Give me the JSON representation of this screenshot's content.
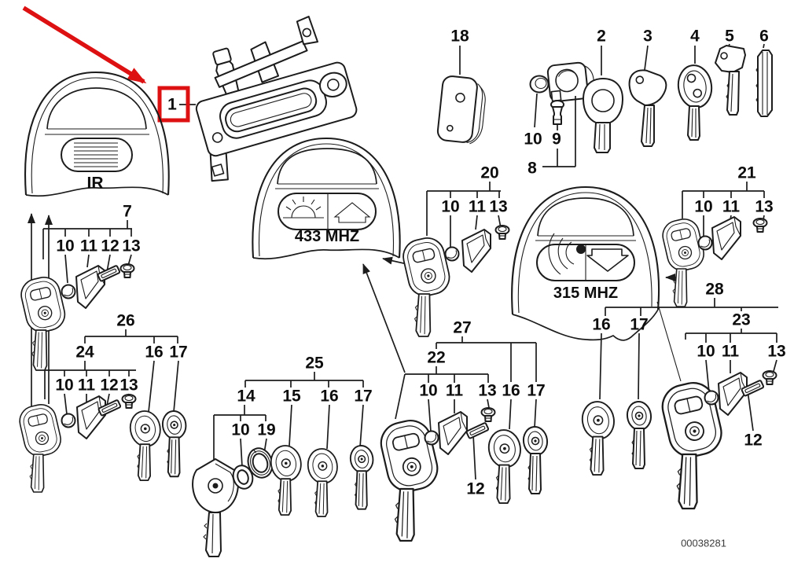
{
  "diagram": {
    "code": "00038281",
    "highlight_color": "#dd1111",
    "line_color": "#1c1c1c",
    "background": "#ffffff"
  },
  "callout": {
    "part": "1"
  },
  "remotes": {
    "ir": "IR",
    "mhz433": "433 MHZ",
    "mhz315": "315 MHZ"
  },
  "parts": {
    "p2": "2",
    "p3": "3",
    "p4": "4",
    "p5": "5",
    "p6": "6",
    "p18": "18"
  },
  "groups": {
    "g7": {
      "id": "7",
      "children": [
        "10",
        "11",
        "12",
        "13"
      ]
    },
    "g8": {
      "id": "8",
      "children": [
        "10",
        "9"
      ]
    },
    "g14": {
      "id": "14",
      "children": [
        "10",
        "19"
      ]
    },
    "g20": {
      "id": "20",
      "children": [
        "10",
        "11",
        "13"
      ]
    },
    "g21": {
      "id": "21",
      "children": [
        "10",
        "11",
        "13"
      ]
    },
    "g22": {
      "id": "22",
      "children": [
        "10",
        "11",
        "13"
      ],
      "strip": "12"
    },
    "g23": {
      "id": "23",
      "children": [
        "10",
        "11",
        "13"
      ],
      "strip": "12"
    },
    "g24": {
      "id": "24",
      "children": [
        "10",
        "11",
        "12",
        "13"
      ]
    },
    "g25": {
      "id": "25",
      "children": [
        "14",
        "15",
        "16",
        "17"
      ]
    },
    "g26": {
      "id": "26",
      "children": [
        "24",
        "16",
        "17"
      ]
    },
    "g27": {
      "id": "27",
      "children": [
        "22",
        "16",
        "17"
      ]
    },
    "g28": {
      "id": "28",
      "children": [
        "16",
        "17",
        "23"
      ]
    }
  }
}
